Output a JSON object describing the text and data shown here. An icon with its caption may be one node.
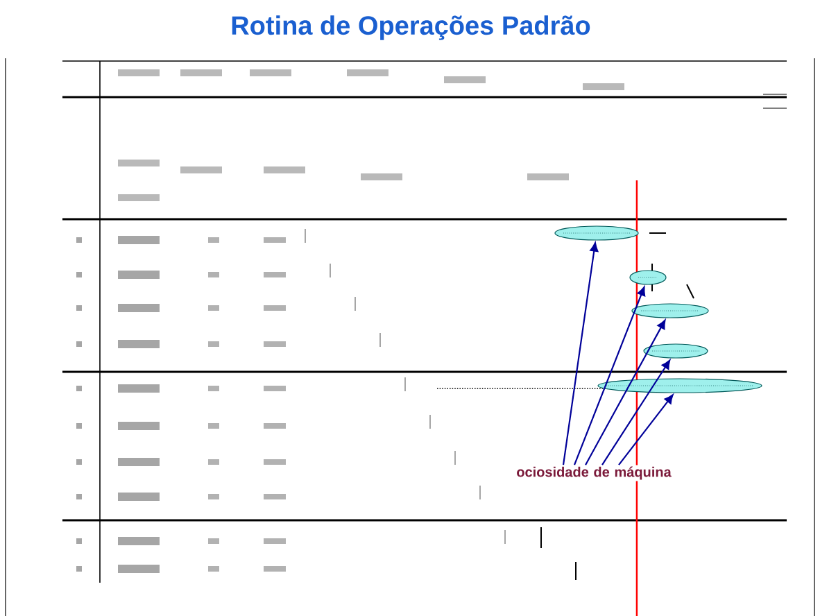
{
  "diagram": {
    "title": "Rotina de Operações Padrão",
    "nodes": [
      {
        "text": [
          "ociosidade de máquina"
        ]
      },
      {
        "text": [],
        "shape": "ellipse"
      },
      {
        "text": [],
        "shape": "ellipse"
      },
      {
        "text": [],
        "shape": "ellipse"
      },
      {
        "text": [],
        "shape": "ellipse"
      },
      {
        "text": [],
        "shape": "ellipse"
      }
    ],
    "edges": [
      {
        "from": 0,
        "to": 1,
        "arrow": "to"
      },
      {
        "from": 0,
        "to": 2,
        "arrow": "to"
      },
      {
        "from": 0,
        "to": 3,
        "arrow": "to"
      },
      {
        "from": 0,
        "to": 4,
        "arrow": "to"
      },
      {
        "from": 0,
        "to": 5,
        "arrow": "to"
      }
    ]
  }
}
